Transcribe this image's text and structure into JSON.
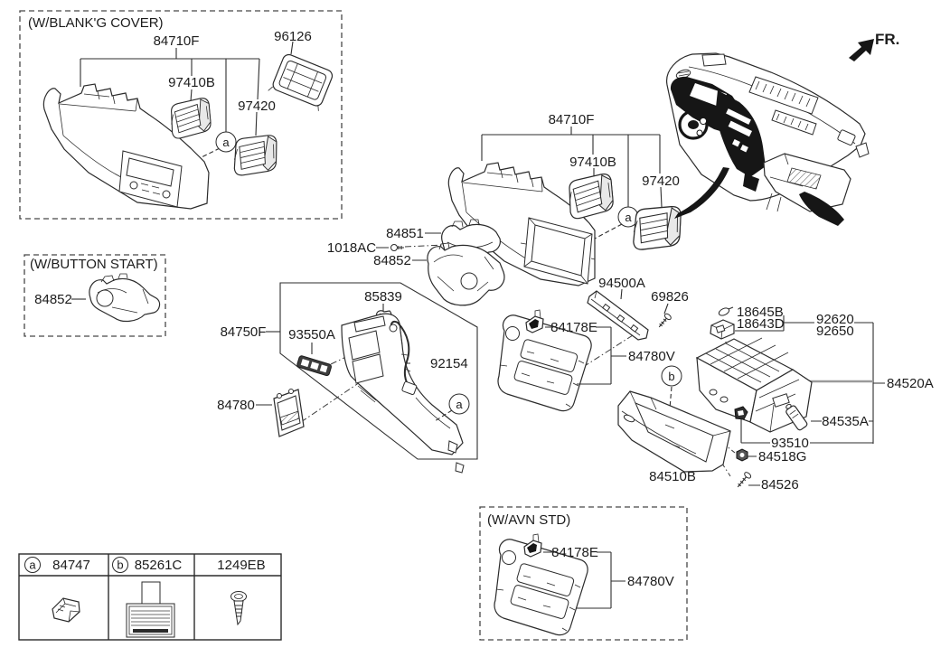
{
  "groups": {
    "blank_cover": {
      "title": "(W/BLANK'G COVER)"
    },
    "button_start": {
      "title": "(W/BUTTON START)"
    },
    "avn_std": {
      "title": "(W/AVN STD)"
    }
  },
  "fr_indicator": {
    "label": "FR."
  },
  "callouts": {
    "a": "a",
    "b": "b"
  },
  "parts": {
    "84710F": "84710F",
    "97410B": "97410B",
    "96126": "96126",
    "97420": "97420",
    "84852": "84852",
    "84851": "84851",
    "1018AC": "1018AC",
    "84750F": "84750F",
    "85839": "85839",
    "93550A": "93550A",
    "92154": "92154",
    "84780": "84780",
    "94500A": "94500A",
    "69826": "69826",
    "84178E": "84178E",
    "84780V": "84780V",
    "18645B": "18645B",
    "18643D": "18643D",
    "92620": "92620",
    "92650": "92650",
    "84520A": "84520A",
    "84535A": "84535A",
    "93510": "93510",
    "84518G": "84518G",
    "84510B": "84510B",
    "84526": "84526"
  },
  "reference_table": {
    "columns": [
      {
        "callout": "a",
        "part": "84747",
        "icon": "retainer-clip-icon"
      },
      {
        "callout": "b",
        "part": "85261C",
        "icon": "caution-label-icon"
      },
      {
        "callout": "",
        "part": "1249EB",
        "icon": "tapping-screw-icon"
      }
    ]
  },
  "colors": {
    "line": "#2b2b2b",
    "dark_fill": "#161616",
    "shade": "#e8e8e8",
    "muted_line": "#9a9a9a",
    "background": "#ffffff"
  }
}
